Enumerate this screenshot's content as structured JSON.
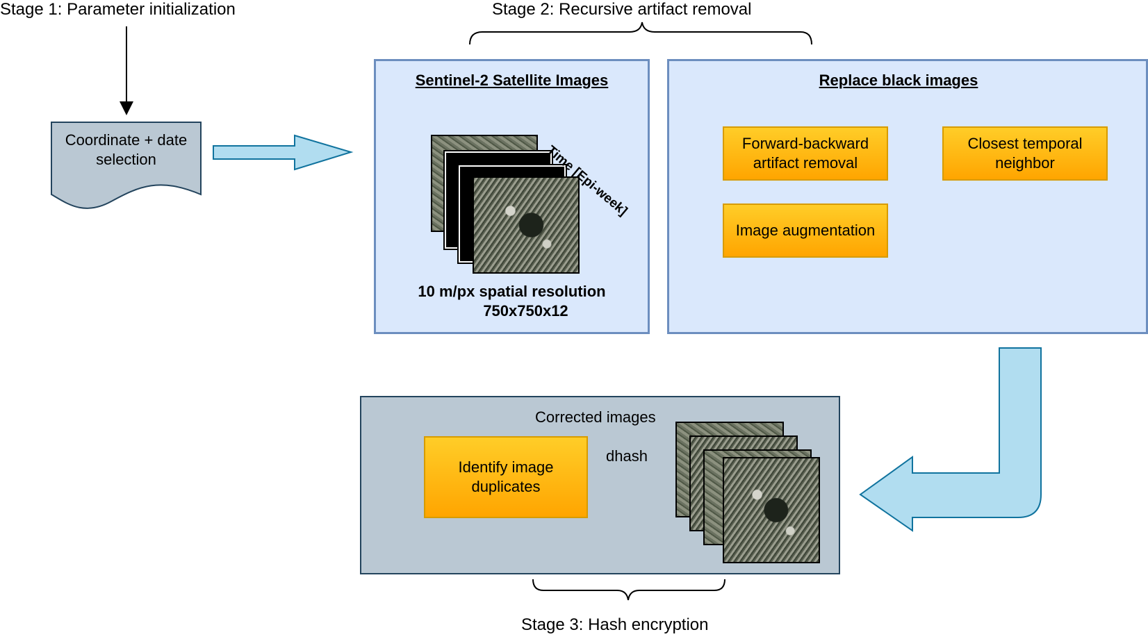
{
  "stage1": {
    "label": "Stage 1:  Parameter initialization"
  },
  "stage2": {
    "label": "Stage 2: Recursive artifact removal"
  },
  "stage3": {
    "label": "Stage 3: Hash encryption"
  },
  "document_shape": {
    "line1": "Coordinate + date",
    "line2": "selection"
  },
  "satellite_panel": {
    "title": "Sentinel-2 Satellite Images",
    "time_axis_label": "Time [Epi-week]",
    "resolution_line1": "10 m/px spatial resolution",
    "resolution_line2": "750x750x12"
  },
  "replace_panel": {
    "title": "Replace black images",
    "forward_backward": {
      "line1": "Forward-backward",
      "line2": "artifact removal"
    },
    "closest_neighbor": {
      "line1": "Closest temporal",
      "line2": "neighbor"
    },
    "augmentation": "Image augmentation"
  },
  "hash_panel": {
    "corrected_images": "Corrected images",
    "method": "dhash",
    "identify": {
      "line1": "Identify image",
      "line2": "duplicates"
    }
  },
  "colors": {
    "panel_blue_fill": "#dae8fc",
    "panel_blue_border": "#6c8ebf",
    "panel_grey_fill": "#bac8d3",
    "orange_fill": "#ffb61a",
    "arrow_fill": "#b1ddf0",
    "arrow_border": "#10739e"
  }
}
